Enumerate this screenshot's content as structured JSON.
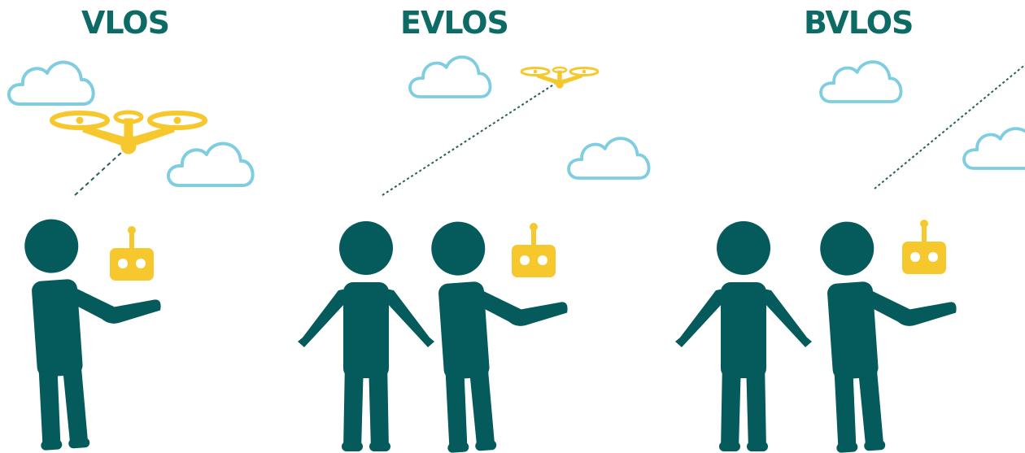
{
  "colors": {
    "person": "#055a5c",
    "drone": "#f7c82d",
    "controller": "#f7c82d",
    "cloud_stroke": "#7fcde0",
    "title": "#0d6b65",
    "link_line": "#2b5e5a"
  },
  "panels": [
    {
      "title": "VLOS",
      "icons": [
        "person-icon",
        "controller-icon",
        "drone-icon",
        "cloud-icon",
        "cloud-icon"
      ]
    },
    {
      "title": "EVLOS",
      "icons": [
        "person-icon",
        "person-icon",
        "controller-icon",
        "drone-icon",
        "cloud-icon",
        "cloud-icon"
      ]
    },
    {
      "title": "BVLOS",
      "icons": [
        "person-icon",
        "person-icon",
        "controller-icon",
        "cloud-icon",
        "cloud-icon"
      ]
    }
  ]
}
